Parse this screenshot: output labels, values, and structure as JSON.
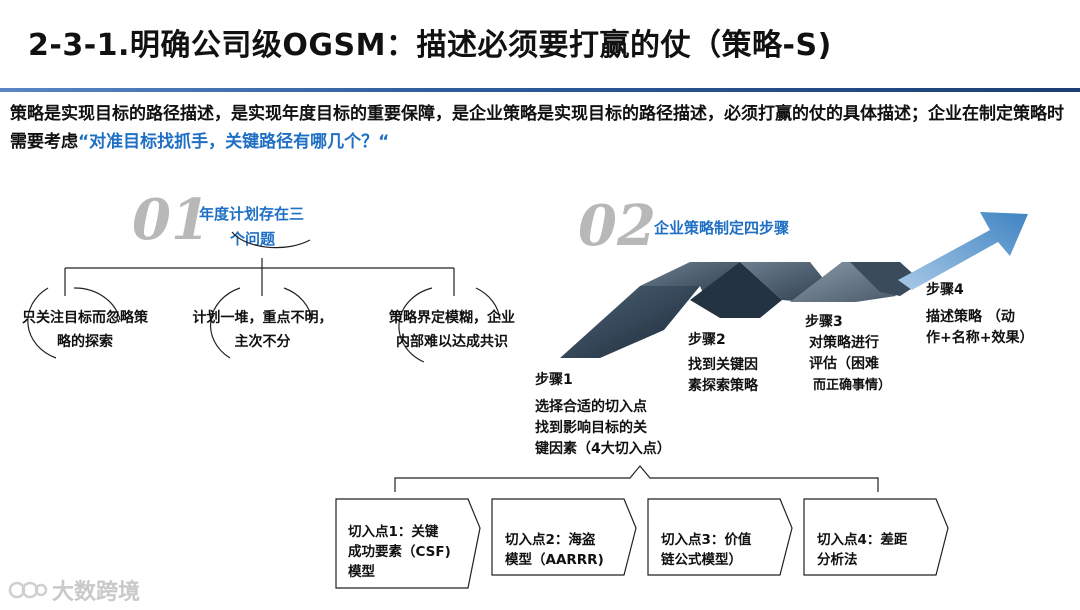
{
  "title": "2-3-1.明确公司级OGSM：描述必须要打赢的仗（策略-S)",
  "intro": {
    "text": "策略是实现目标的路径描述，是实现年度目标的重要保障，是企业策略是实现目标的路径描述，必须打赢的仗的具体描述；企业在制定策略时需要考虑",
    "highlight": "“对准目标找抓手，关键路径有哪几个？“"
  },
  "section1": {
    "number": "01",
    "heading_line1": "年度计划存在三",
    "heading_line2": "个问题",
    "items": [
      {
        "line1": "只关注目标而忽略策",
        "line2": "略的探索"
      },
      {
        "line1": "计划一堆，重点不明，",
        "line2": "主次不分"
      },
      {
        "line1": "策略界定模糊，企业",
        "line2": "内部难以达成共识"
      }
    ]
  },
  "section2": {
    "number": "02",
    "heading": "企业策略制定四步骤",
    "steps": [
      {
        "label": "步骤1",
        "lines": [
          "选择合适的切入点",
          "找到影响目标的关",
          "键因素（4大切入点）"
        ]
      },
      {
        "label": "步骤2",
        "lines": [
          "找到关键因",
          "素探索策略"
        ]
      },
      {
        "label": "步骤3",
        "lines": [
          "对策略进行",
          "评估（困难",
          "而正确事情）"
        ]
      },
      {
        "label": "步骤4",
        "lines": [
          "描述策略 （动",
          "作+名称+效果）"
        ]
      }
    ],
    "entry_points": [
      {
        "lines": [
          "切入点1：关键",
          "成功要素（CSF)",
          "模型"
        ]
      },
      {
        "lines": [
          "切入点2：海盗",
          "模型（AARRR)"
        ]
      },
      {
        "lines": [
          "切入点3：价值",
          "链公式模型）"
        ]
      },
      {
        "lines": [
          "切入点4：差距",
          "分析法"
        ]
      }
    ]
  },
  "watermark": "大数跨境",
  "colors": {
    "accent_blue": "#1f6fc4",
    "rule_blue": "#2f5d9e",
    "number_gray": "#b8b8b8",
    "arrow_dark": "#1f2e3d",
    "arrow_light": "#7fb0d8"
  }
}
